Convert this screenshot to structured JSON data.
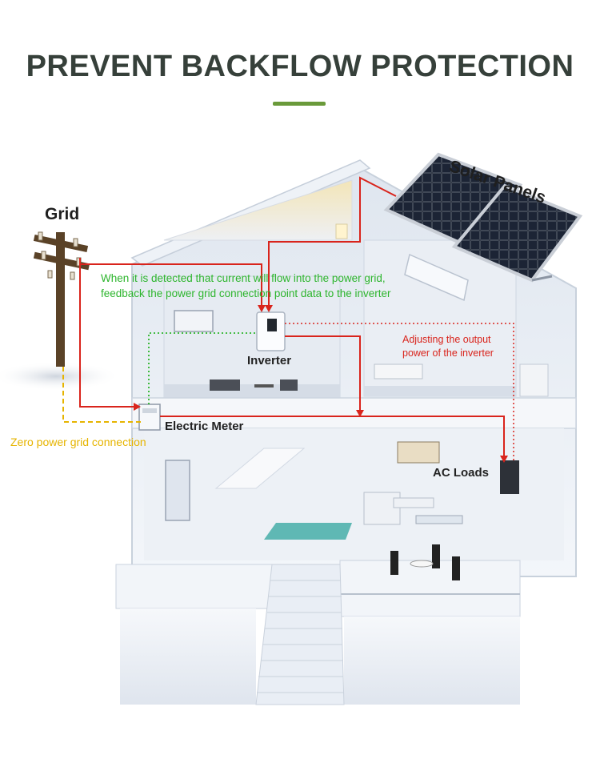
{
  "title": "PREVENT BACKFLOW PROTECTION",
  "labels": {
    "solar_panels": "Solar Panels",
    "grid": "Grid",
    "inverter": "Inverter",
    "electric_meter": "Electric Meter",
    "ac_loads": "AC Loads",
    "zero_power": "Zero power grid connection",
    "detection_line1": "When it is detected that current will flow into the power grid,",
    "detection_line2": "feedback the power grid connection point data to the inverter",
    "adjust_line1": "Adjusting the output",
    "adjust_line2": "power of the inverter"
  },
  "colors": {
    "title_text": "#36403a",
    "title_bar": "#6a9a3a",
    "power_line_red": "#d9241c",
    "data_line_green": "#2db52d",
    "zero_line_yellow": "#e6b400",
    "detection_text_green": "#2db52d",
    "adjust_text_red": "#d9241c",
    "zero_text_yellow": "#e6b400",
    "house_wall": "#e8edf4",
    "house_floor": "#f4f6fa"
  }
}
